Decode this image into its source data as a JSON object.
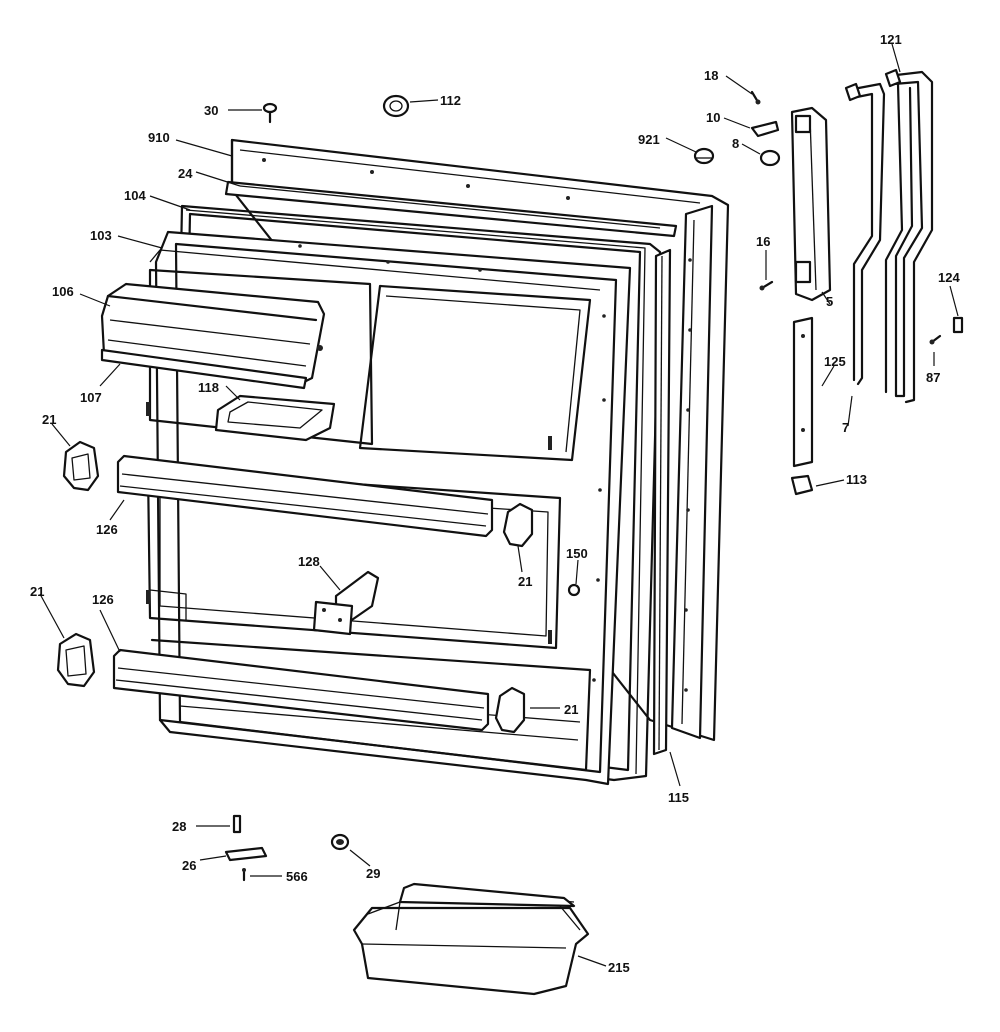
{
  "labels": {
    "l30": "30",
    "l112": "112",
    "l910": "910",
    "l24": "24",
    "l104": "104",
    "l103": "103",
    "l106": "106",
    "l107": "107",
    "l118": "118",
    "l21a": "21",
    "l126a": "126",
    "l21b": "21",
    "l126b": "126",
    "l128": "128",
    "l21c": "21",
    "l150": "150",
    "l21d": "21",
    "l115": "115",
    "l28": "28",
    "l26": "26",
    "l566": "566",
    "l29": "29",
    "l215": "215",
    "l18": "18",
    "l10": "10",
    "l921": "921",
    "l8": "8",
    "l16": "16",
    "l5": "5",
    "l7": "7",
    "l121": "121",
    "l124": "124",
    "l87": "87",
    "l125": "125",
    "l113": "113"
  }
}
